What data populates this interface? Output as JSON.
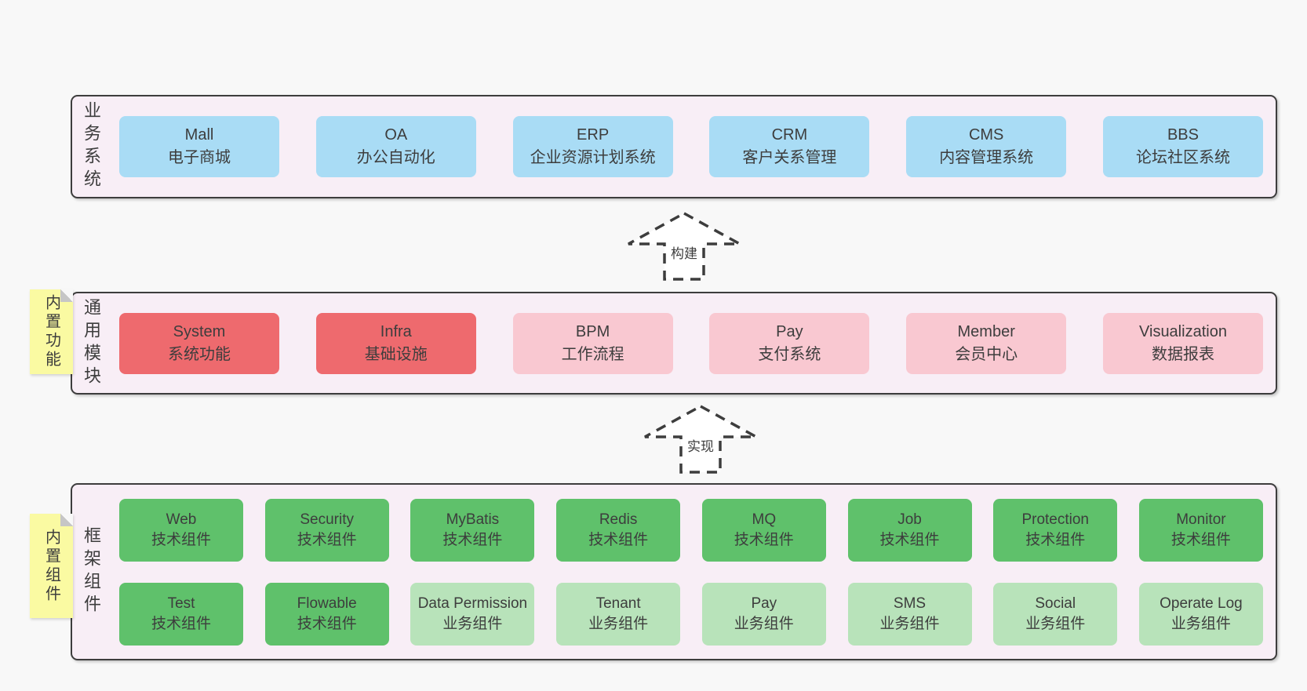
{
  "palette": {
    "page_bg": "#f8f8f8",
    "panel_bg": "#f8eef6",
    "panel_border": "#3d3d3d",
    "box_blue": "#a9dcf5",
    "box_red": "#ee6a6e",
    "box_pink": "#f9c8d1",
    "box_green_dark": "#5fc16b",
    "box_green_light": "#b8e3ba",
    "sticky_yellow": "#fafaa2",
    "text": "#3d3d3d"
  },
  "sections": [
    {
      "name": "业务系统",
      "rows": [
        [
          {
            "title": "Mall",
            "subtitle": "电子商城",
            "variant": "blue"
          },
          {
            "title": "OA",
            "subtitle": "办公自动化",
            "variant": "blue"
          },
          {
            "title": "ERP",
            "subtitle": "企业资源计划系统",
            "variant": "blue"
          },
          {
            "title": "CRM",
            "subtitle": "客户关系管理",
            "variant": "blue"
          },
          {
            "title": "CMS",
            "subtitle": "内容管理系统",
            "variant": "blue"
          },
          {
            "title": "BBS",
            "subtitle": "论坛社区系统",
            "variant": "blue"
          }
        ]
      ]
    },
    {
      "name": "通用模块",
      "sticky": "内置功能",
      "rows": [
        [
          {
            "title": "System",
            "subtitle": "系统功能",
            "variant": "red"
          },
          {
            "title": "Infra",
            "subtitle": "基础设施",
            "variant": "red"
          },
          {
            "title": "BPM",
            "subtitle": "工作流程",
            "variant": "pink"
          },
          {
            "title": "Pay",
            "subtitle": "支付系统",
            "variant": "pink"
          },
          {
            "title": "Member",
            "subtitle": "会员中心",
            "variant": "pink"
          },
          {
            "title": "Visualization",
            "subtitle": "数据报表",
            "variant": "pink"
          }
        ]
      ]
    },
    {
      "name": "框架组件",
      "sticky": "内置组件",
      "rows": [
        [
          {
            "title": "Web",
            "subtitle": "技术组件",
            "variant": "gdark"
          },
          {
            "title": "Security",
            "subtitle": "技术组件",
            "variant": "gdark"
          },
          {
            "title": "MyBatis",
            "subtitle": "技术组件",
            "variant": "gdark"
          },
          {
            "title": "Redis",
            "subtitle": "技术组件",
            "variant": "gdark"
          },
          {
            "title": "MQ",
            "subtitle": "技术组件",
            "variant": "gdark"
          },
          {
            "title": "Job",
            "subtitle": "技术组件",
            "variant": "gdark"
          },
          {
            "title": "Protection",
            "subtitle": "技术组件",
            "variant": "gdark"
          },
          {
            "title": "Monitor",
            "subtitle": "技术组件",
            "variant": "gdark"
          }
        ],
        [
          {
            "title": "Test",
            "subtitle": "技术组件",
            "variant": "gdark"
          },
          {
            "title": "Flowable",
            "subtitle": "技术组件",
            "variant": "gdark"
          },
          {
            "title": "Data Permission",
            "subtitle": "业务组件",
            "variant": "glight"
          },
          {
            "title": "Tenant",
            "subtitle": "业务组件",
            "variant": "glight"
          },
          {
            "title": "Pay",
            "subtitle": "业务组件",
            "variant": "glight"
          },
          {
            "title": "SMS",
            "subtitle": "业务组件",
            "variant": "glight"
          },
          {
            "title": "Social",
            "subtitle": "业务组件",
            "variant": "glight"
          },
          {
            "title": "Operate Log",
            "subtitle": "业务组件",
            "variant": "glight"
          }
        ]
      ]
    }
  ],
  "arrows": [
    {
      "label": "构建"
    },
    {
      "label": "实现"
    }
  ]
}
